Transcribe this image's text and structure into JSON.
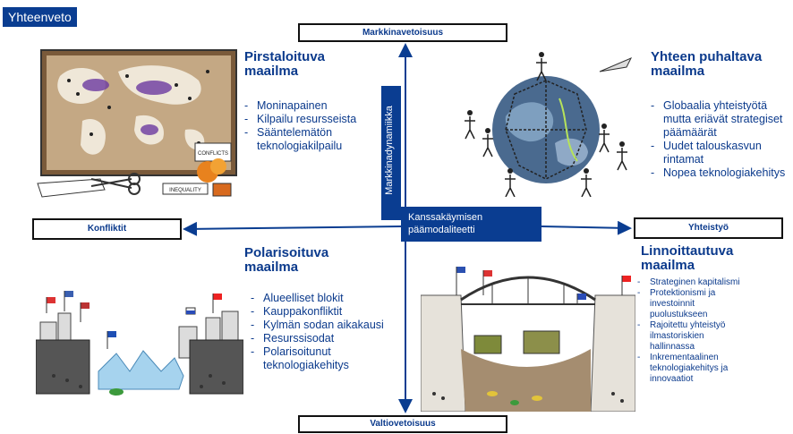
{
  "header": {
    "tag": "Yhteenveto"
  },
  "axes": {
    "top": "Markkinavetoisuus",
    "bottom": "Valtiovetoisuus",
    "left": "Konfliktit",
    "right": "Yhteistyö",
    "vertical_label": "Markkinadynamiikka",
    "center_label_line1": "Kanssakäymisen",
    "center_label_line2": "päämodaliteetti"
  },
  "quadrants": {
    "top_left": {
      "title_line1": "Pirstaloituva",
      "title_line2": "maailma",
      "items": [
        "Moninapainen",
        "Kilpailu resursseista",
        "Sääntelemätön teknologiakilpailu"
      ]
    },
    "top_right": {
      "title_line1": "Yhteen puhaltava",
      "title_line2": "maailma",
      "items": [
        "Globaalia yhteistyötä mutta eriävät strategiset päämäärät",
        "Uudet talouskasvun rintamat",
        "Nopea teknologiakehitys"
      ]
    },
    "bottom_left": {
      "title_line1": "Polarisoituva",
      "title_line2": "maailma",
      "items": [
        "Alueelliset blokit",
        "Kauppakonfliktit",
        "Kylmän sodan aikakausi",
        "Resurssisodat",
        "Polarisoitunut teknologiakehitys"
      ]
    },
    "bottom_right": {
      "title_line1": "Linnoittautuva",
      "title_line2": "maailma",
      "items": [
        "Strateginen kapitalismi",
        "Protektionismi ja investoinnit puolustukseen",
        "Rajoitettu yhteistyö ilmastoriskien hallinnassa",
        "Inkrementaalinen teknologiakehitys ja innovaatiot"
      ]
    }
  },
  "illustration_text": {
    "conflicts_card": "CONFLICTS",
    "inequality_tag": "INEQUALITY"
  },
  "colors": {
    "brand_blue": "#0a3d91",
    "text_blue": "#0b3a8c",
    "axis_line": "#0a3d91"
  }
}
